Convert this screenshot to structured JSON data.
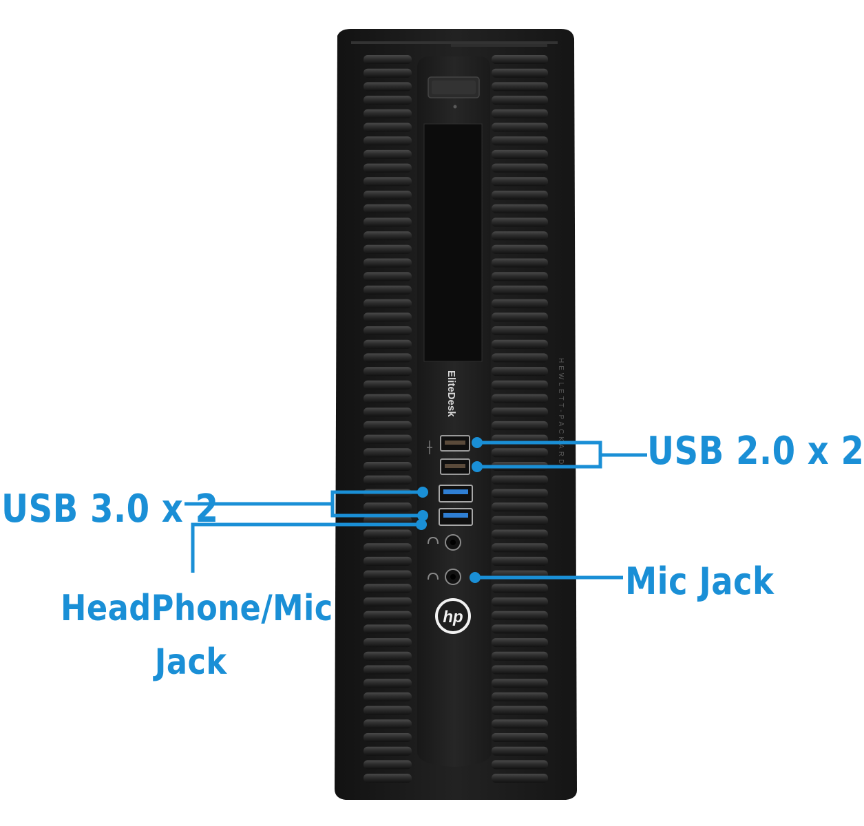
{
  "product": {
    "brand_logo": "hp",
    "model_text": "EliteDesk",
    "side_text": "HEWLETT-PACKARD"
  },
  "callouts": {
    "usb2": "USB 2.0 x 2",
    "usb3": "USB 3.0 x 2",
    "mic": "Mic Jack",
    "headphone": "HeadPhone/Mic Jack"
  },
  "colors": {
    "callout": "#1a8fd6",
    "case": "#1d1d1d",
    "usb3_port": "#2f7fd4"
  }
}
